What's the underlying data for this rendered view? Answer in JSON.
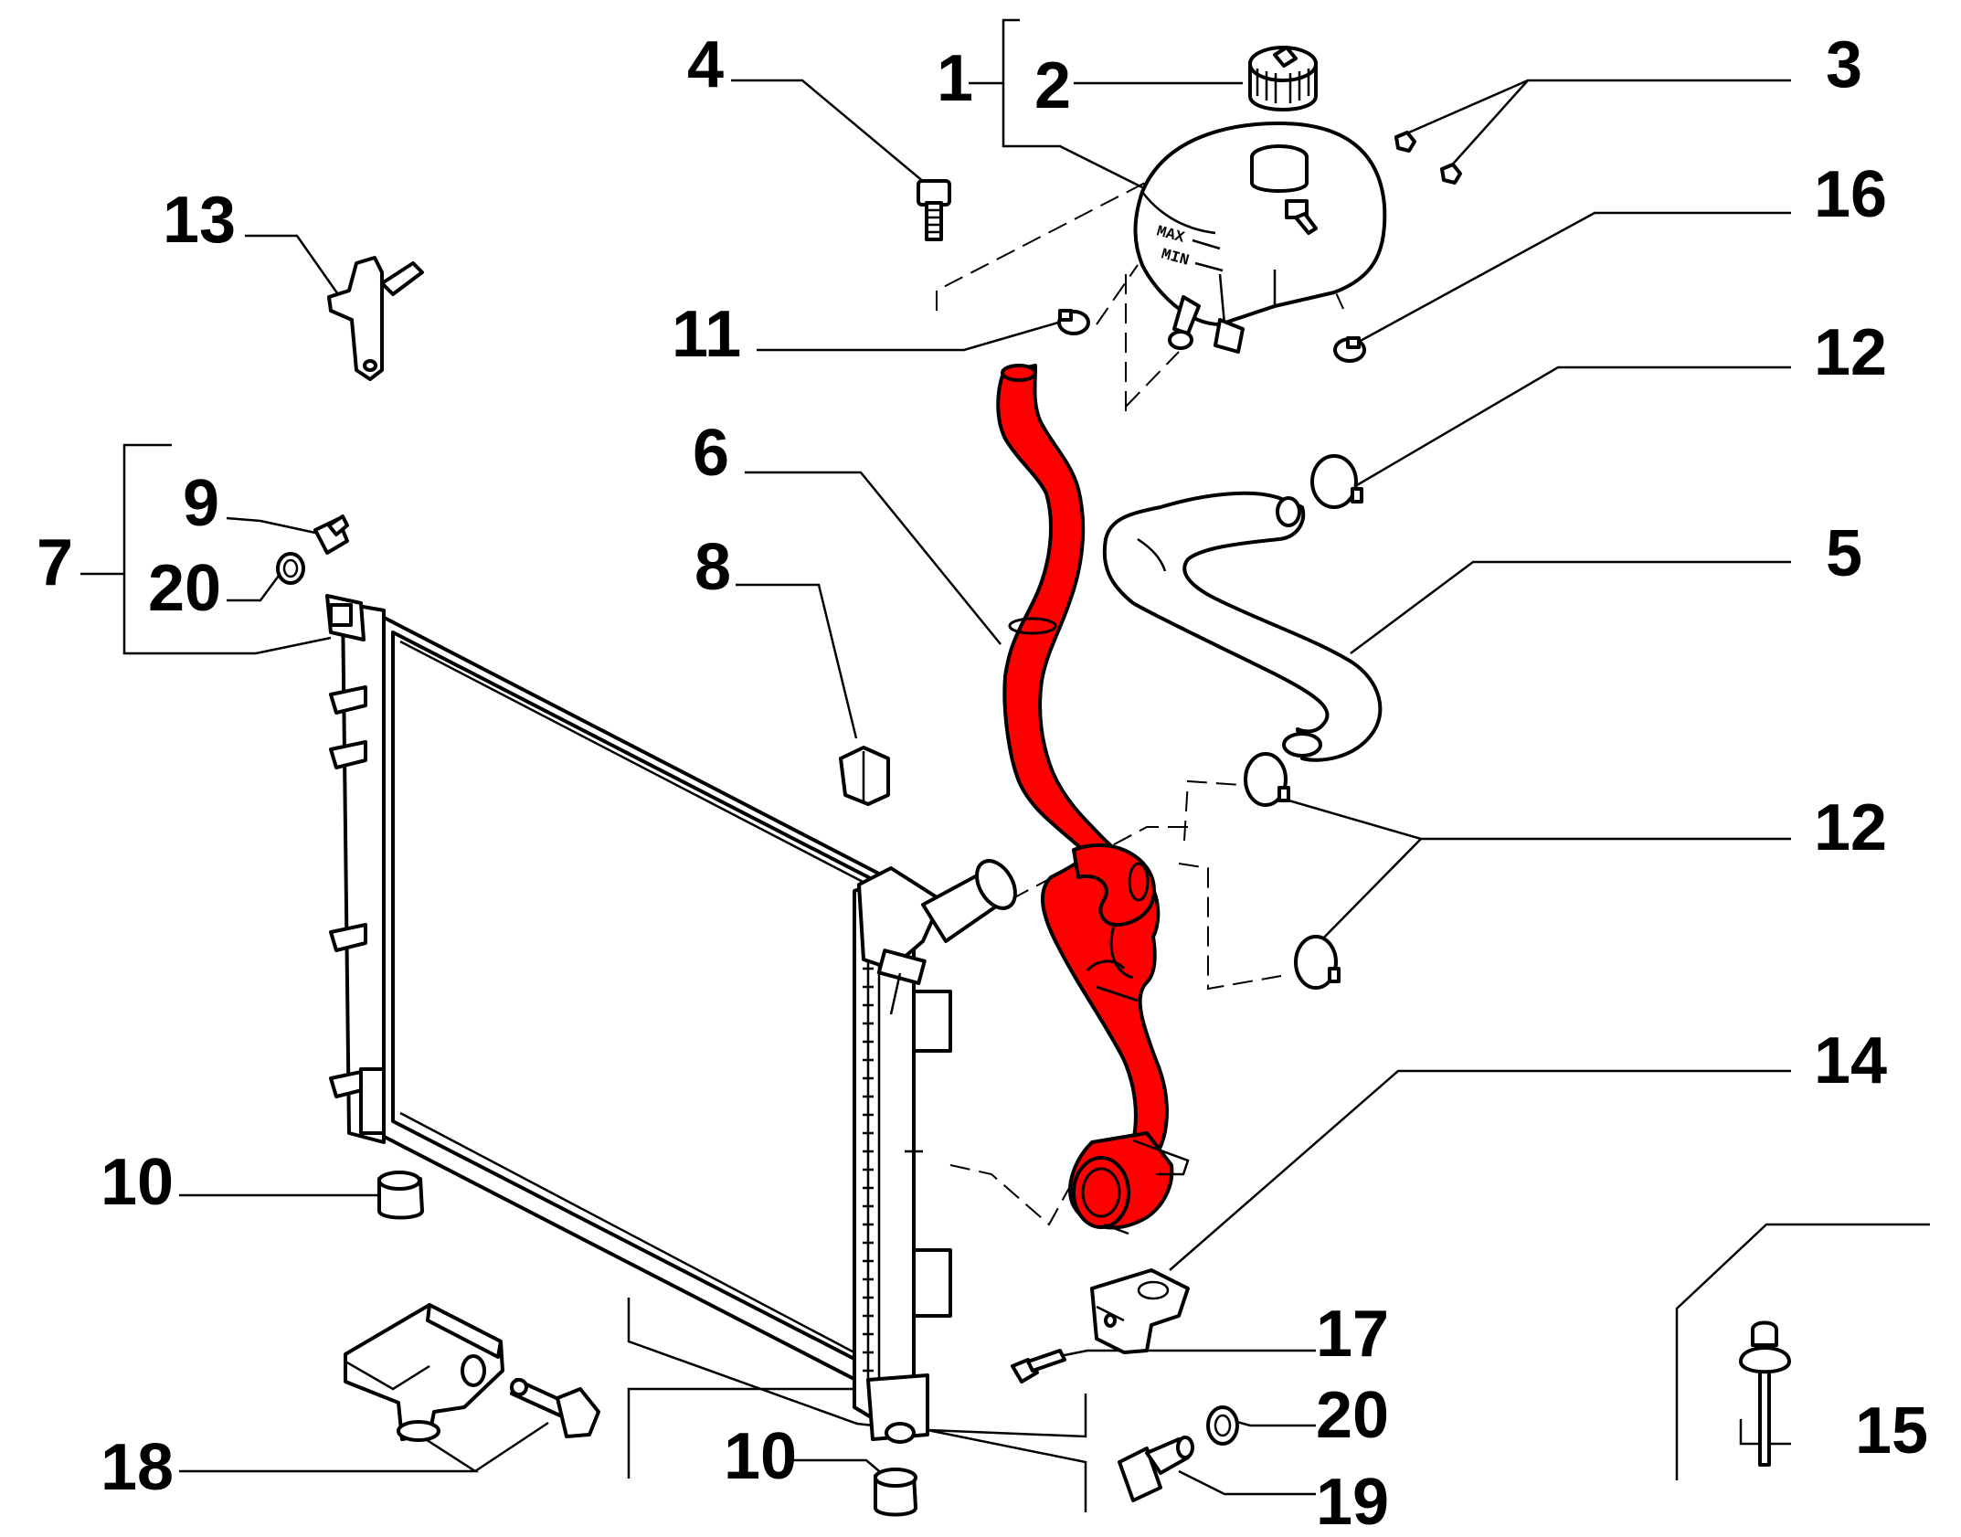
{
  "accent_color": "#ff0000",
  "labels": {
    "l1": "1",
    "l2": "2",
    "l3": "3",
    "l4": "4",
    "l5": "5",
    "l6": "6",
    "l7": "7",
    "l8": "8",
    "l9": "9",
    "l10a": "10",
    "l10b": "10",
    "l11": "11",
    "l12a": "12",
    "l12b": "12",
    "l13": "13",
    "l14": "14",
    "l15": "15",
    "l16": "16",
    "l17": "17",
    "l18": "18",
    "l19": "19",
    "l20a": "20",
    "l20b": "20"
  },
  "tank_marks": {
    "max": "MAX",
    "min": "MIN"
  }
}
